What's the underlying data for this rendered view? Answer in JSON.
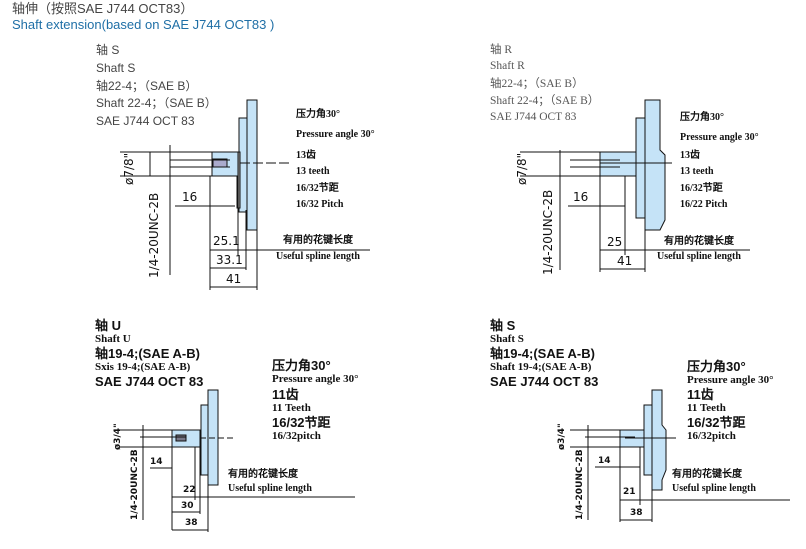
{
  "header": {
    "title_cn": "轴伸（按照SAE J744 OCT83）",
    "title_en": "Shaft extension(based on SAE J744 OCT83 )"
  },
  "blocks": [
    {
      "spec": [
        "轴 S",
        "Shaft S",
        "轴22-4；（SAE  B）",
        "Shaft 22-4；（SAE  B）",
        "SAE  J744  OCT  83"
      ],
      "labels": [
        "压力角30°",
        "Pressure angle 30°",
        "13齿",
        "13 teeth",
        "16/32节距",
        "16/32 Pitch"
      ],
      "spline": [
        "有用的花键长度",
        "Useful spline length"
      ],
      "dia": "ø7/8\"",
      "thread": "1/4-20UNC-2B",
      "dims": [
        "16",
        "25.1",
        "33.1",
        "41"
      ]
    },
    {
      "spec": [
        "轴 R",
        "Shaft R",
        "轴22-4；（SAE  B）",
        "Shaft 22-4；（SAE  B）",
        "SAE  J744  OCT  83"
      ],
      "labels": [
        "压力角30°",
        "Pressure angle 30°",
        "13齿",
        "13 teeth",
        "16/32节距",
        "16/22 Pitch"
      ],
      "spline": [
        "有用的花键长度",
        "Useful spline length"
      ],
      "dia": "ø7/8\"",
      "thread": "1/4-20UNC-2B",
      "dims": [
        "16",
        "25",
        "41"
      ]
    },
    {
      "spec": [
        "轴  U",
        "Shaft U",
        "轴19-4;(SAE A-B)",
        "Sxis 19-4;(SAE A-B)",
        "SAE J744 OCT 83"
      ],
      "labels": [
        "压力角30°",
        "Pressure angle 30°",
        "11齿",
        "11 Teeth",
        "16/32节距",
        "16/32pitch"
      ],
      "spline": [
        "有用的花键长度",
        "Useful spline length"
      ],
      "dia": "ø3/4\"",
      "thread": "1/4-20UNC-2B",
      "dims": [
        "14",
        "22",
        "30",
        "38"
      ]
    },
    {
      "spec": [
        "轴  S",
        "Shaft S",
        "轴19-4;(SAE A-B)",
        "Shaft 19-4;(SAE A-B)",
        "SAE J744 OCT 83"
      ],
      "labels": [
        "压力角30°",
        "Pressure angle 30°",
        "11齿",
        "11 Teeth",
        "16/32节距",
        "16/32pitch"
      ],
      "spline": [
        "有用的花键长度",
        "Useful spline length"
      ],
      "dia": "ø3/4\"",
      "thread": "1/4-20UNC-2B",
      "dims": [
        "14",
        "21",
        "38"
      ]
    }
  ],
  "colors": {
    "part_fill": "#c5e3f7",
    "title_blue": "#1f6fa6"
  }
}
